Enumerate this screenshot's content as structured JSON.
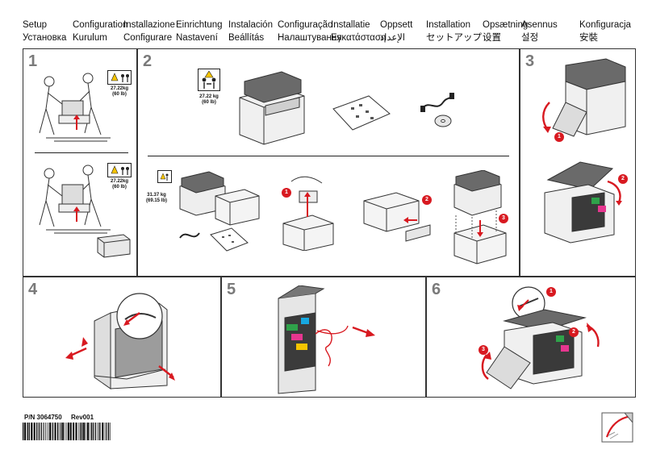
{
  "languages": [
    [
      "Setup",
      "Установка"
    ],
    [
      "Configuration",
      "Kurulum"
    ],
    [
      "Installazione",
      "Configurare"
    ],
    [
      "Einrichtung",
      "Nastavení"
    ],
    [
      "Instalación",
      "Beállítás"
    ],
    [
      "Configuração",
      "Налаштування"
    ],
    [
      "Installatie",
      "Εγκατάσταση"
    ],
    [
      "Oppsett",
      "الإعداد"
    ],
    [
      "Installation",
      "セットアップ"
    ],
    [
      "Opsætning",
      "设置"
    ],
    [
      "Asennus",
      "설정"
    ],
    [
      "Konfiguracja",
      "安裝"
    ]
  ],
  "steps": {
    "s1": "1",
    "s2": "2",
    "s3": "3",
    "s4": "4",
    "s5": "5",
    "s6": "6"
  },
  "weights": {
    "w1": "27.22kg\n(60 lb)",
    "w2": "27.22kg\n(60 lb)",
    "w3": "27.22 kg\n(60 lb)",
    "w4": "31.37 kg\n(69.15 lb)"
  },
  "badges": {
    "b2a": "1",
    "b2b": "2",
    "b2c": "3",
    "b3a": "1",
    "b3b": "2",
    "b6a": "1",
    "b6b": "2",
    "b6c": "3"
  },
  "footer": {
    "part_number": "P/N 3064750",
    "revision": "Rev001"
  },
  "colors": {
    "accent_red": "#d81920",
    "step_gray": "#7a7a7a",
    "warning_yellow": "#f5c400"
  }
}
